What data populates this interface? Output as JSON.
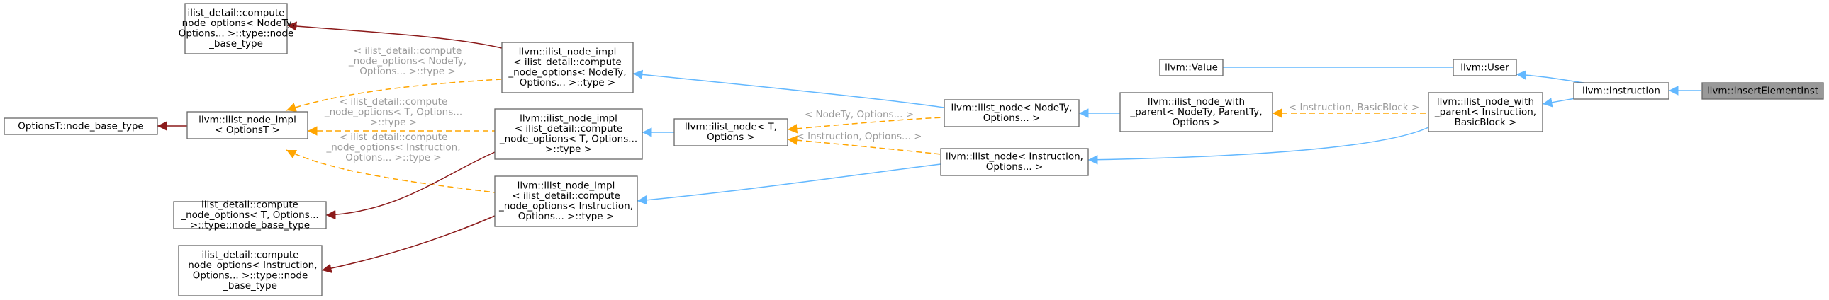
{
  "colors": {
    "inheritance": "#63b8ff",
    "template_instance": "#ffa500",
    "usage": "#8b1a1a",
    "current_fill": "#999999",
    "node_border": "#666666",
    "label_text": "#9a9a9a"
  },
  "nodes": {
    "n1": {
      "label": [
        "llvm::InsertElementInst"
      ],
      "current": true
    },
    "n2": {
      "label": [
        "llvm::Instruction"
      ]
    },
    "n3": {
      "label": [
        "llvm::User"
      ]
    },
    "n4": {
      "label": [
        "llvm::Value"
      ]
    },
    "n5": {
      "label": [
        "llvm::ilist_node_with",
        "_parent< Instruction,",
        "BasicBlock >"
      ]
    },
    "n6": {
      "label": [
        "llvm::ilist_node< Instruction,",
        "Options... >"
      ]
    },
    "n7": {
      "label": [
        "llvm::ilist_node_with",
        "_parent< NodeTy, ParentTy,",
        "Options >"
      ]
    },
    "n8": {
      "label": [
        "llvm::ilist_node< NodeTy,",
        "Options... >"
      ]
    },
    "n9": {
      "label": [
        "llvm::ilist_node< T,",
        "Options >"
      ]
    },
    "n10": {
      "label": [
        "llvm::ilist_node_impl",
        "< ilist_detail::compute",
        "_node_options< NodeTy,",
        "Options... >::type >"
      ]
    },
    "n11": {
      "label": [
        "llvm::ilist_node_impl",
        "< ilist_detail::compute",
        "_node_options< T, Options...",
        ">::type >"
      ]
    },
    "n12": {
      "label": [
        "llvm::ilist_node_impl",
        "< ilist_detail::compute",
        "_node_options< Instruction,",
        "Options... >::type >"
      ]
    },
    "n13": {
      "label": [
        "llvm::ilist_node_impl",
        "< OptionsT >"
      ]
    },
    "n14": {
      "label": [
        "OptionsT::node_base_type"
      ]
    },
    "n15": {
      "label": [
        "ilist_detail::compute",
        "_node_options< NodeTy,",
        "Options... >::type::node",
        "_base_type"
      ]
    },
    "n16": {
      "label": [
        "ilist_detail::compute",
        "_node_options< T, Options...",
        ">::type::node_base_type"
      ]
    },
    "n17": {
      "label": [
        "ilist_detail::compute",
        "_node_options< Instruction,",
        "Options... >::type::node",
        "_base_type"
      ]
    }
  },
  "edge_labels": {
    "e_inst_bb": [
      "< Instruction, BasicBlock >"
    ],
    "e_nodety": [
      "< NodeTy, Options... >"
    ],
    "e_inst_opts": [
      "< Instruction, Options... >"
    ],
    "e_impl_nodety": [
      "< ilist_detail::compute",
      "_node_options< NodeTy,",
      "Options... >::type >"
    ],
    "e_impl_t": [
      "< ilist_detail::compute",
      "_node_options< T, Options...",
      ">::type >"
    ],
    "e_impl_inst": [
      "< ilist_detail::compute",
      "_node_options< Instruction,",
      "Options... >::type >"
    ]
  }
}
